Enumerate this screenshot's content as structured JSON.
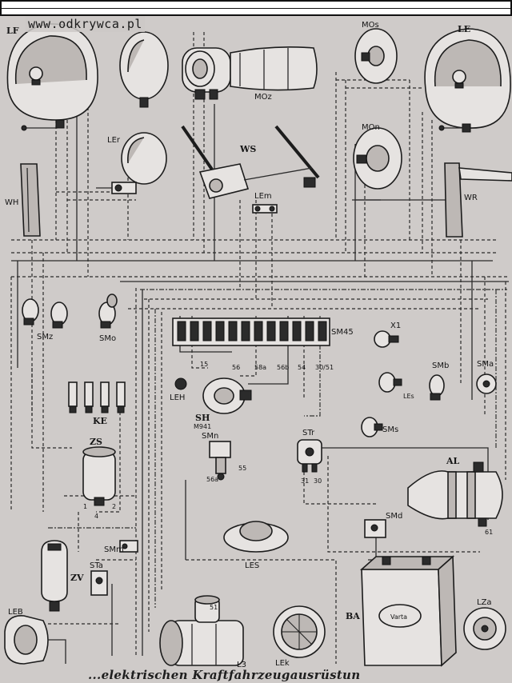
{
  "watermark": "www.odkrywca.pl",
  "footer_caption": "...elektrischen Kraftfahrzeugausrüstun",
  "labels": {
    "LF": "LF",
    "LE": "LE",
    "MOs": "MOs",
    "MOn": "MOn",
    "MOz": "MOz",
    "WS": "WS",
    "LEr": "LEr",
    "LEm": "LEm",
    "WH": "WH",
    "WR": "WR",
    "SMz_left": "SMz",
    "SMo": "SMo",
    "SM45": "SM45",
    "X1": "X1",
    "LEs_small": "LEs",
    "SMb": "SMb",
    "SMa": "SMa",
    "SMs": "SMs",
    "KE": "KE",
    "ZS": "ZS",
    "SH": "SH",
    "SH_sub": "M941",
    "SMn": "SMn",
    "STr": "STr",
    "AL": "AL",
    "SMd": "SMd",
    "LES": "LES",
    "SMm": "SMm",
    "ZV": "ZV",
    "STa": "STa",
    "BA": "BA",
    "LZa": "LZa",
    "LEB": "LEB",
    "LEk": "LEk",
    "L3": "L3",
    "LEH": "LEH",
    "battery_brand": "Varta"
  },
  "terminals": [
    "15",
    "56",
    "58a",
    "56b",
    "54",
    "30/51",
    "56a",
    "55",
    "30",
    "31",
    "51",
    "61",
    "4",
    "1",
    "2"
  ]
}
